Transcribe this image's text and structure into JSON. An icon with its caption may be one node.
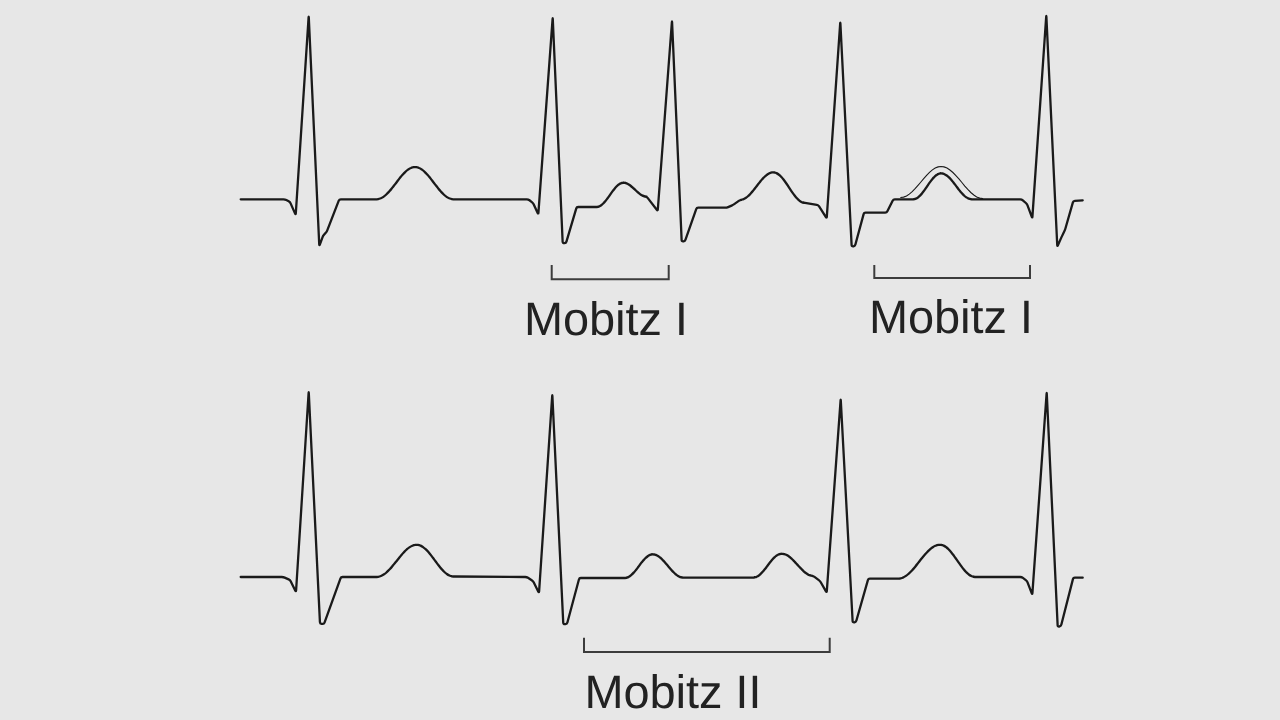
{
  "diagram": {
    "labels": [
      "Mobitz I",
      "Mobitz I",
      "Mobitz II"
    ]
  }
}
